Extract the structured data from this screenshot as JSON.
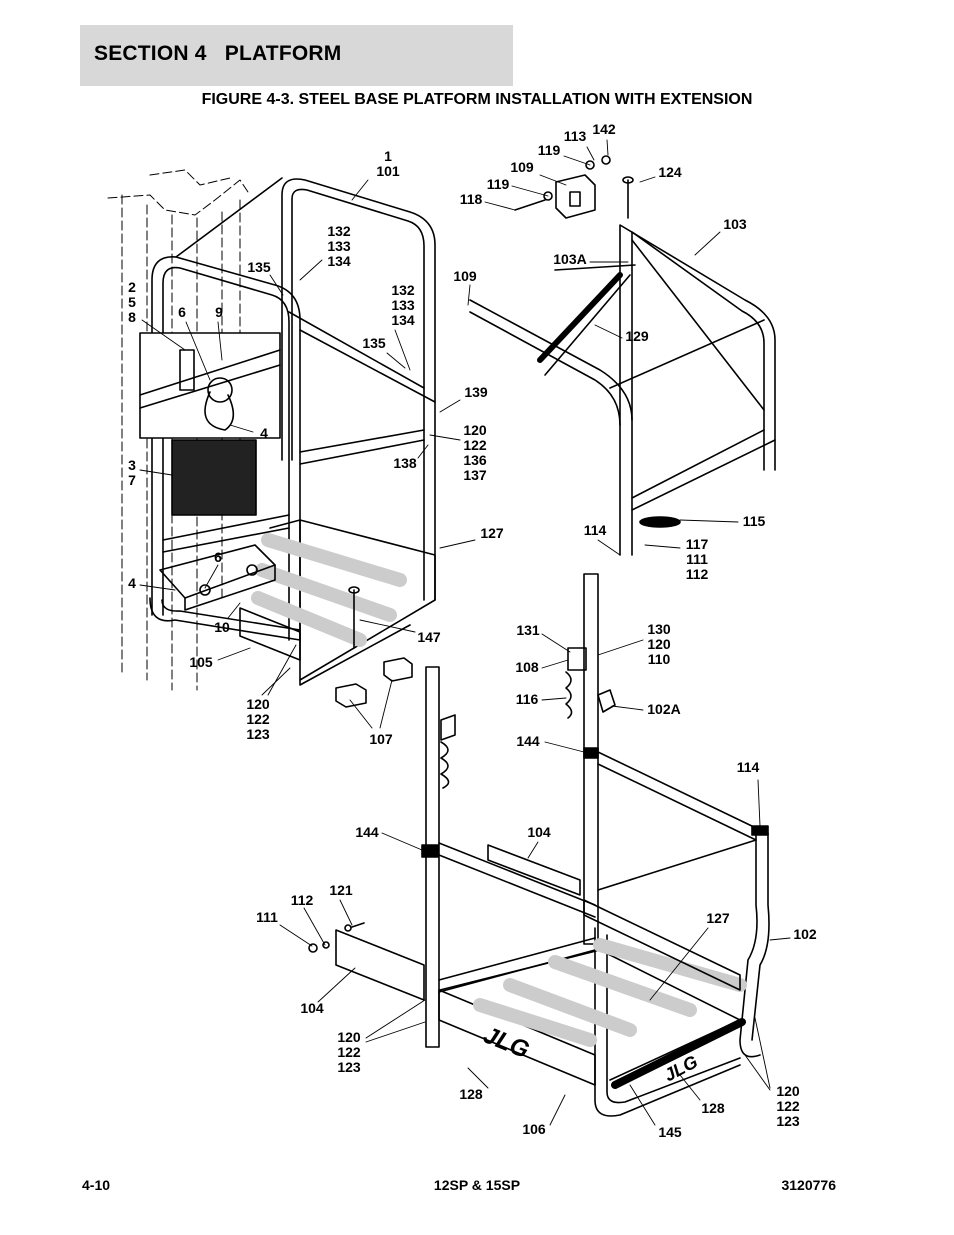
{
  "header": {
    "section": "SECTION 4   PLATFORM"
  },
  "figure": {
    "title": "FIGURE 4-3. STEEL BASE PLATFORM INSTALLATION WITH EXTENSION"
  },
  "callouts": [
    {
      "id": "c1",
      "lines": [
        "1",
        "101"
      ]
    },
    {
      "id": "c113",
      "lines": [
        "113"
      ]
    },
    {
      "id": "c142",
      "lines": [
        "142"
      ]
    },
    {
      "id": "c119a",
      "lines": [
        "119"
      ]
    },
    {
      "id": "c109a",
      "lines": [
        "109"
      ]
    },
    {
      "id": "c119b",
      "lines": [
        "119"
      ]
    },
    {
      "id": "c118",
      "lines": [
        "118"
      ]
    },
    {
      "id": "c124",
      "lines": [
        "124"
      ]
    },
    {
      "id": "c103",
      "lines": [
        "103"
      ]
    },
    {
      "id": "c103a",
      "lines": [
        "103A"
      ]
    },
    {
      "id": "c132a",
      "lines": [
        "132",
        "133",
        "134"
      ]
    },
    {
      "id": "c135a",
      "lines": [
        "135"
      ]
    },
    {
      "id": "c258",
      "lines": [
        "2",
        "5",
        "8"
      ]
    },
    {
      "id": "c6a",
      "lines": [
        "6"
      ]
    },
    {
      "id": "c9",
      "lines": [
        "9"
      ]
    },
    {
      "id": "c132b",
      "lines": [
        "132",
        "133",
        "134"
      ]
    },
    {
      "id": "c109b",
      "lines": [
        "109"
      ]
    },
    {
      "id": "c129",
      "lines": [
        "129"
      ]
    },
    {
      "id": "c135b",
      "lines": [
        "135"
      ]
    },
    {
      "id": "c139",
      "lines": [
        "139"
      ]
    },
    {
      "id": "c4a",
      "lines": [
        "4"
      ]
    },
    {
      "id": "c120a",
      "lines": [
        "120",
        "122",
        "136",
        "137"
      ]
    },
    {
      "id": "c138",
      "lines": [
        "138"
      ]
    },
    {
      "id": "c37",
      "lines": [
        "3",
        "7"
      ]
    },
    {
      "id": "c115",
      "lines": [
        "115"
      ]
    },
    {
      "id": "c114a",
      "lines": [
        "114"
      ]
    },
    {
      "id": "c127a",
      "lines": [
        "127"
      ]
    },
    {
      "id": "c117",
      "lines": [
        "117",
        "111",
        "112"
      ]
    },
    {
      "id": "c6b",
      "lines": [
        "6"
      ]
    },
    {
      "id": "c4b",
      "lines": [
        "4"
      ]
    },
    {
      "id": "c10",
      "lines": [
        "10"
      ]
    },
    {
      "id": "c147",
      "lines": [
        "147"
      ]
    },
    {
      "id": "c131",
      "lines": [
        "131"
      ]
    },
    {
      "id": "c130",
      "lines": [
        "130",
        "120",
        "110"
      ]
    },
    {
      "id": "c105",
      "lines": [
        "105"
      ]
    },
    {
      "id": "c108",
      "lines": [
        "108"
      ]
    },
    {
      "id": "c116",
      "lines": [
        "116"
      ]
    },
    {
      "id": "c102a",
      "lines": [
        "102A"
      ]
    },
    {
      "id": "c120b",
      "lines": [
        "120",
        "122",
        "123"
      ]
    },
    {
      "id": "c107",
      "lines": [
        "107"
      ]
    },
    {
      "id": "c144a",
      "lines": [
        "144"
      ]
    },
    {
      "id": "c114b",
      "lines": [
        "114"
      ]
    },
    {
      "id": "c144b",
      "lines": [
        "144"
      ]
    },
    {
      "id": "c104a",
      "lines": [
        "104"
      ]
    },
    {
      "id": "c121",
      "lines": [
        "121"
      ]
    },
    {
      "id": "c112",
      "lines": [
        "112"
      ]
    },
    {
      "id": "c111",
      "lines": [
        "111"
      ]
    },
    {
      "id": "c127b",
      "lines": [
        "127"
      ]
    },
    {
      "id": "c102",
      "lines": [
        "102"
      ]
    },
    {
      "id": "c104b",
      "lines": [
        "104"
      ]
    },
    {
      "id": "c120c",
      "lines": [
        "120",
        "122",
        "123"
      ]
    },
    {
      "id": "c120d",
      "lines": [
        "120",
        "122",
        "123"
      ]
    },
    {
      "id": "c128a",
      "lines": [
        "128"
      ]
    },
    {
      "id": "c128b",
      "lines": [
        "128"
      ]
    },
    {
      "id": "c106",
      "lines": [
        "106"
      ]
    },
    {
      "id": "c145",
      "lines": [
        "145"
      ]
    }
  ],
  "logos": [
    "JLG",
    "JLG"
  ],
  "footer": {
    "page": "4-10",
    "model": "12SP & 15SP",
    "doc_number": "3120776"
  }
}
